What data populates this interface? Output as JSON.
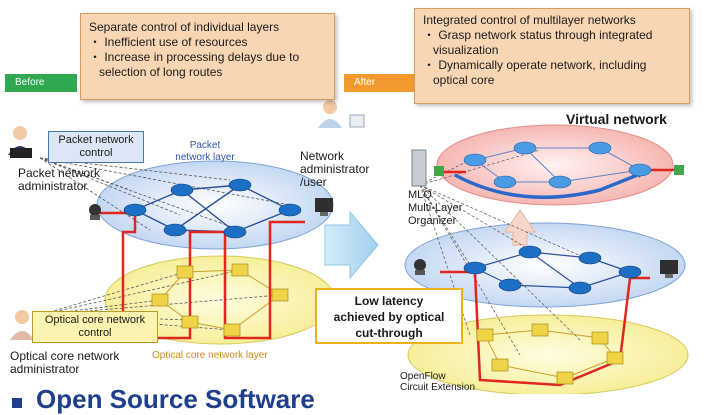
{
  "before_tag": "Before",
  "after_tag": "After",
  "before_callout": {
    "title": "Separate control of individual layers",
    "bullets": [
      "・ Inefficient use of resources",
      "・ Increase in processing delays due to",
      "selection of long routes"
    ]
  },
  "after_callout": {
    "title": "Integrated control of multilayer networks",
    "bullets": [
      "・ Grasp network status through integrated",
      "visualization",
      "・ Dynamically operate network, including",
      "optical core"
    ]
  },
  "packet_control_label": [
    "Packet network",
    "control"
  ],
  "packet_admin": [
    "Packet network",
    "administrator"
  ],
  "packet_layer_label": [
    "Packet",
    "network layer"
  ],
  "optical_control_label": [
    "Optical core network",
    "control"
  ],
  "optical_admin": [
    "Optical core network",
    "administrator"
  ],
  "optical_layer_label": "Optical core network layer",
  "network_admin_user": [
    "Network",
    "administrator",
    "/user"
  ],
  "virtual_network": "Virtual network",
  "mlo": [
    "MLO",
    "Multi-Layer",
    "Organizer"
  ],
  "low_latency": [
    "Low latency",
    "achieved by optical",
    "cut-through"
  ],
  "openflow": [
    "OpenFlow",
    "Circuit Extension"
  ],
  "footer_partial": "Open Source Software",
  "colors": {
    "before_green": "#2fa84f",
    "after_orange": "#f29a2e",
    "red_path": "#e0261e",
    "blue_path": "#2c68c9"
  }
}
